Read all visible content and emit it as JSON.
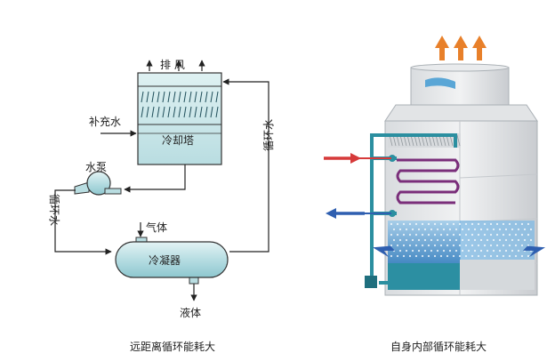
{
  "left": {
    "exhaust_label": "排 风",
    "makeup_water": "补充水",
    "tower_label": "冷却塔",
    "pump_label": "水泵",
    "circ_left": "循环水",
    "circ_right": "循环水",
    "gas_label": "气体",
    "condenser_label": "冷凝器",
    "liquid_label": "液体",
    "caption": "远距离循环能耗大"
  },
  "right": {
    "caption": "自身内部循环能耗大"
  },
  "colors": {
    "tower_fill": "#cfe8ea",
    "line": "#222222",
    "hot_arrow": "#e8802a",
    "inlet_red": "#d63a3a",
    "outlet_blue": "#2f5fb0",
    "basin_blue": "#1f7fc4",
    "pipe_teal": "#2b8fa0",
    "coil_purple": "#7a2e7a"
  }
}
